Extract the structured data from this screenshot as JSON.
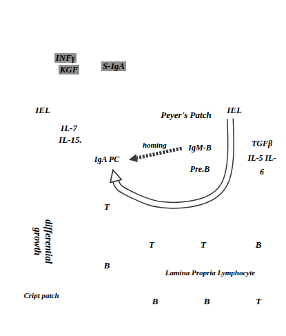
{
  "diagram": {
    "nodes": [
      {
        "text": [
          "IEL"
        ]
      },
      {
        "text": [
          "IEL"
        ]
      },
      {
        "text": [
          "Peyer's Patch"
        ]
      },
      {
        "text": [
          "IgM-B"
        ],
        "in": 2
      },
      {
        "text": [
          "Pre.B"
        ],
        "in": 2
      },
      {
        "text": [
          "IgA PC"
        ]
      },
      {
        "text": [
          "TGFβ IL-5 IL-6"
        ]
      },
      {
        "text": [
          "T"
        ]
      },
      {
        "text": [
          "T"
        ]
      },
      {
        "text": [
          "T"
        ]
      },
      {
        "text": [
          "B"
        ]
      },
      {
        "text": [
          "B"
        ]
      },
      {
        "text": [
          "Lamina Propria Lymphocyte"
        ]
      },
      {
        "text": [
          "Cript patch"
        ]
      },
      {
        "text": [
          "B"
        ]
      },
      {
        "text": [
          "B"
        ]
      },
      {
        "text": [
          "T"
        ]
      }
    ],
    "edges": [
      {
        "from": 3,
        "to": 5,
        "label": "homing",
        "arrow": "to"
      },
      {
        "from": 1,
        "to": 5,
        "arrow": "to"
      }
    ],
    "labels": [
      "INFγ",
      "KGF",
      "S-IgA",
      "IL-7",
      "IL-15.",
      "differential growth"
    ]
  }
}
